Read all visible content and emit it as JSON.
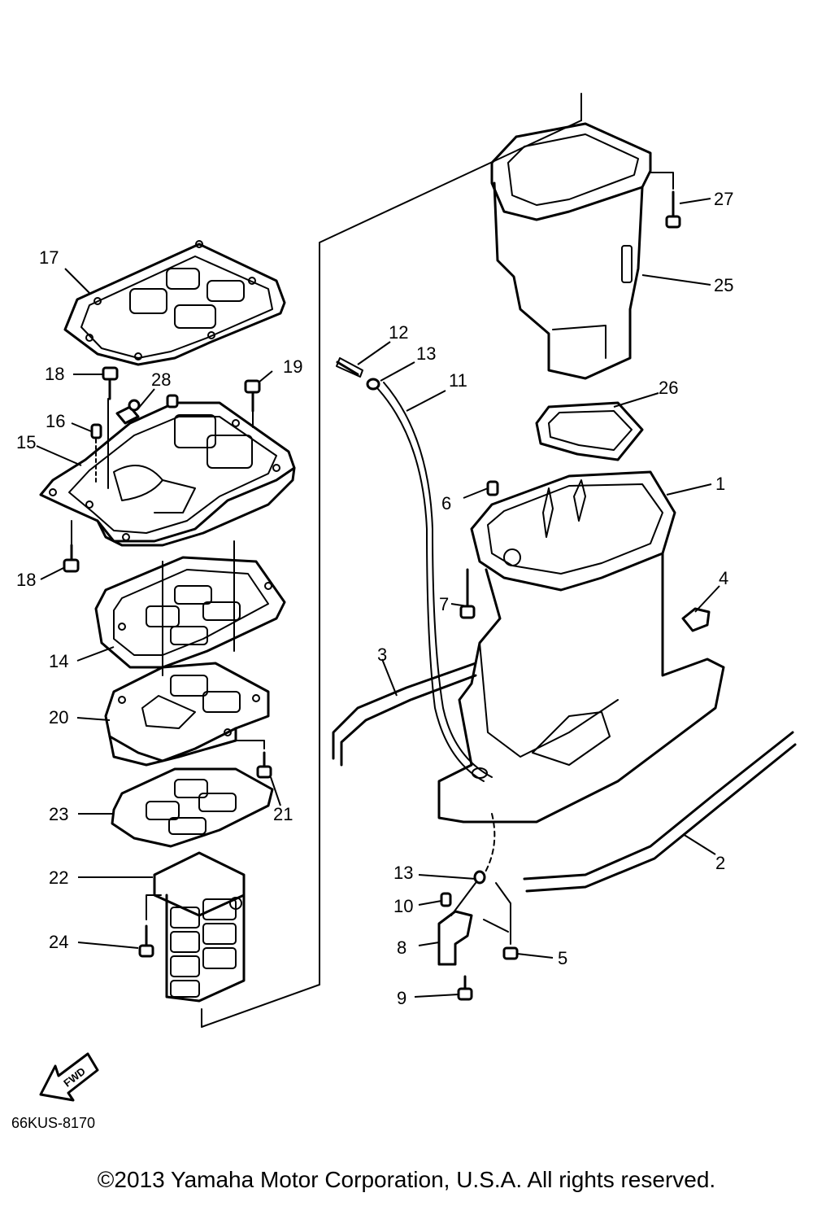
{
  "diagram_code": "66KUS-8170",
  "copyright": "©2013 Yamaha Motor Corporation, U.S.A. All rights reserved.",
  "fwd_label": "FWD",
  "callouts": {
    "c1": "1",
    "c2": "2",
    "c3": "3",
    "c4": "4",
    "c5": "5",
    "c6": "6",
    "c7": "7",
    "c8": "8",
    "c9": "9",
    "c10": "10",
    "c11": "11",
    "c12": "12",
    "c13a": "13",
    "c13b": "13",
    "c14": "14",
    "c15": "15",
    "c16": "16",
    "c17": "17",
    "c18a": "18",
    "c18b": "18",
    "c19": "19",
    "c20": "20",
    "c21": "21",
    "c22": "22",
    "c23": "23",
    "c24": "24",
    "c25": "25",
    "c26": "26",
    "c27": "27",
    "c28": "28"
  }
}
